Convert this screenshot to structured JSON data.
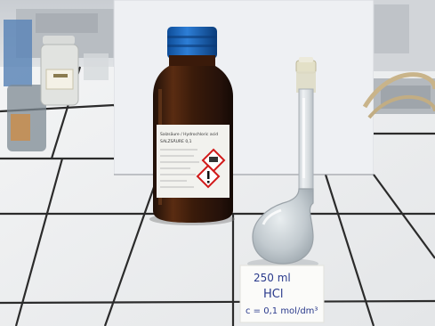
{
  "photo": {
    "bottle_label": {
      "line1": "Salzsäure / Hydrochloric acid",
      "line2": "SALZSÄURE 0,1"
    },
    "note": {
      "volume": "250 ml",
      "formula": "HCl",
      "concentration": "c = 0,1 mol/dm³"
    }
  }
}
